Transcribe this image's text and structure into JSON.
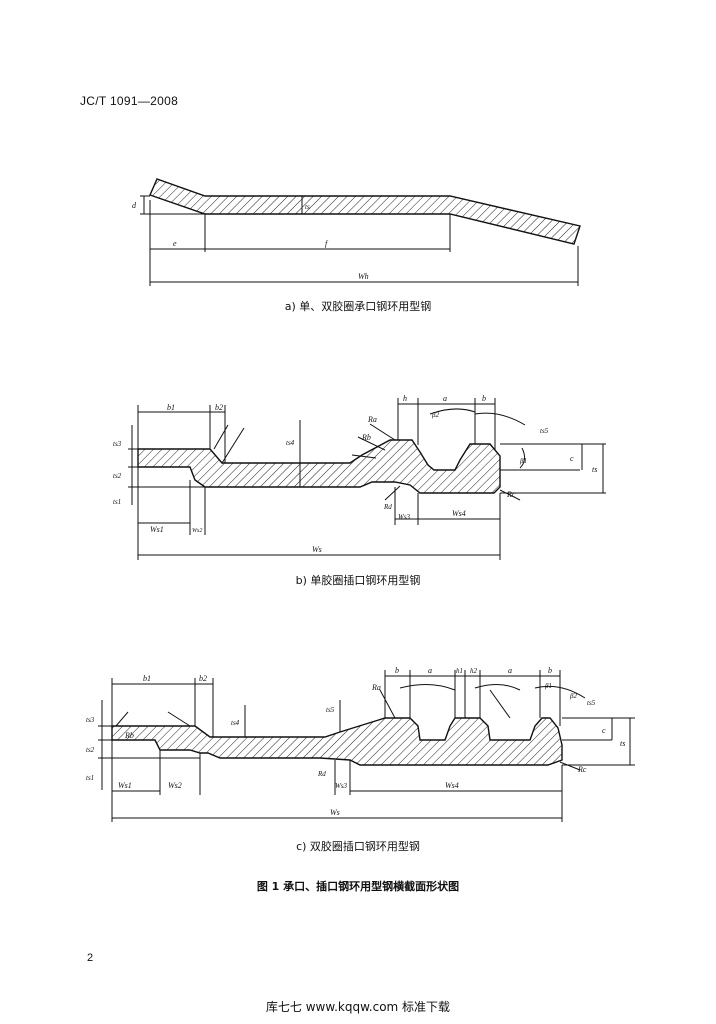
{
  "header": {
    "standard_code": "JC/T 1091—2008"
  },
  "figure_a": {
    "caption": "a) 单、双胶圈承口钢环用型钢",
    "labels": {
      "d": "d",
      "ts": "ts",
      "e": "e",
      "f": "f",
      "wh": "Wh"
    }
  },
  "figure_b": {
    "caption": "b) 单胶圈插口钢环用型钢",
    "labels": {
      "b1": "b1",
      "b2": "b2",
      "h": "h",
      "a": "a",
      "b": "b",
      "ts1": "ts1",
      "ts2": "ts2",
      "ts3": "ts3",
      "ts4": "ts4",
      "ts5": "ts5",
      "ws1": "Ws1",
      "ws2": "Ws2",
      "ws3": "Ws3",
      "ws4": "Ws4",
      "ws": "Ws",
      "c": "c",
      "ts": "ts",
      "ra": "Ra",
      "rb": "Rb",
      "rc": "Rc",
      "rd": "Rd",
      "beta1": "β1",
      "beta2": "β2"
    }
  },
  "figure_c": {
    "caption": "c) 双胶圈插口钢环用型钢",
    "labels": {
      "b1": "b1",
      "b2": "b2",
      "b": "b",
      "a": "a",
      "h1": "h1",
      "h2": "h2",
      "ts1": "ts1",
      "ts2": "ts2",
      "ts3": "ts3",
      "ts4": "ts4",
      "ts5": "ts5",
      "ws1": "Ws1",
      "ws2": "Ws2",
      "ws3": "Ws3",
      "ws4": "Ws4",
      "ws": "Ws",
      "c": "c",
      "ts": "ts",
      "ra": "Ra",
      "rb": "Rb",
      "rc": "Rc",
      "rd": "Rd",
      "beta1": "β1",
      "beta2": "β2"
    }
  },
  "figure_title": "图 1   承口、插口钢环用型钢横截面形状图",
  "page_number": "2",
  "footer": "库七七 www.kqqw.com 标准下载"
}
